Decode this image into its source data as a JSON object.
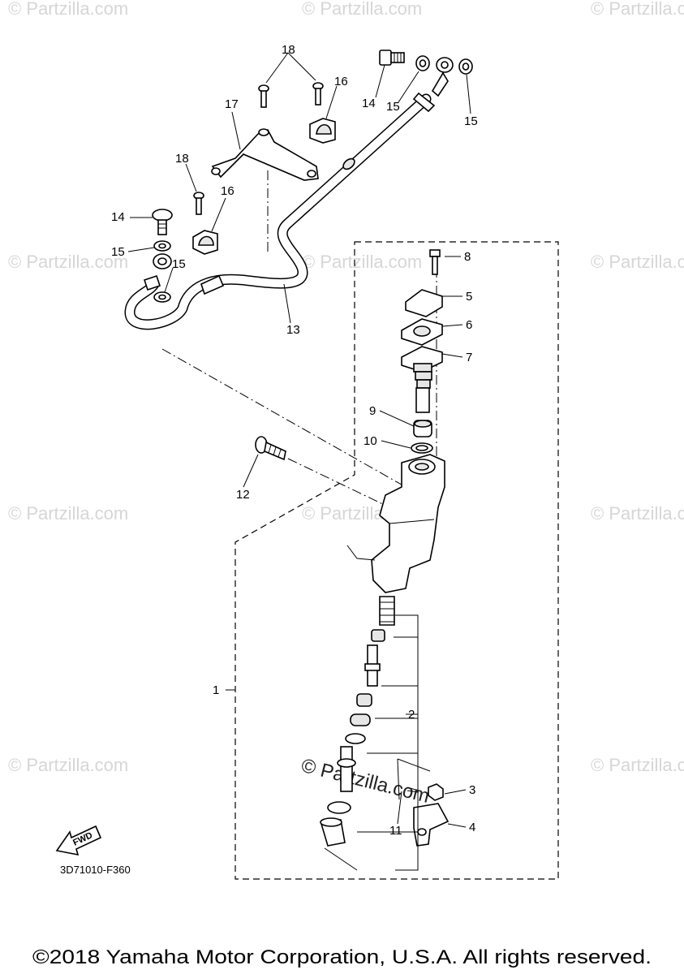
{
  "watermarks": {
    "site": "© Partzilla.com",
    "center": "© Partzilla.com"
  },
  "diagram_code": "3D71010-F360",
  "fwd_label": "FWD",
  "copyright": "©2018 Yamaha Motor Corporation, U.S.A. All rights reserved.",
  "callouts": {
    "c1": "1",
    "c2": "2",
    "c3": "3",
    "c4": "4",
    "c5": "5",
    "c6": "6",
    "c7": "7",
    "c8": "8",
    "c9": "9",
    "c10": "10",
    "c11": "11",
    "c12": "12",
    "c13": "13",
    "c14a": "14",
    "c14b": "14",
    "c15a": "15",
    "c15b": "15",
    "c15c": "15",
    "c15d": "15",
    "c16a": "16",
    "c16b": "16",
    "c17": "17",
    "c18a": "18",
    "c18b": "18"
  }
}
